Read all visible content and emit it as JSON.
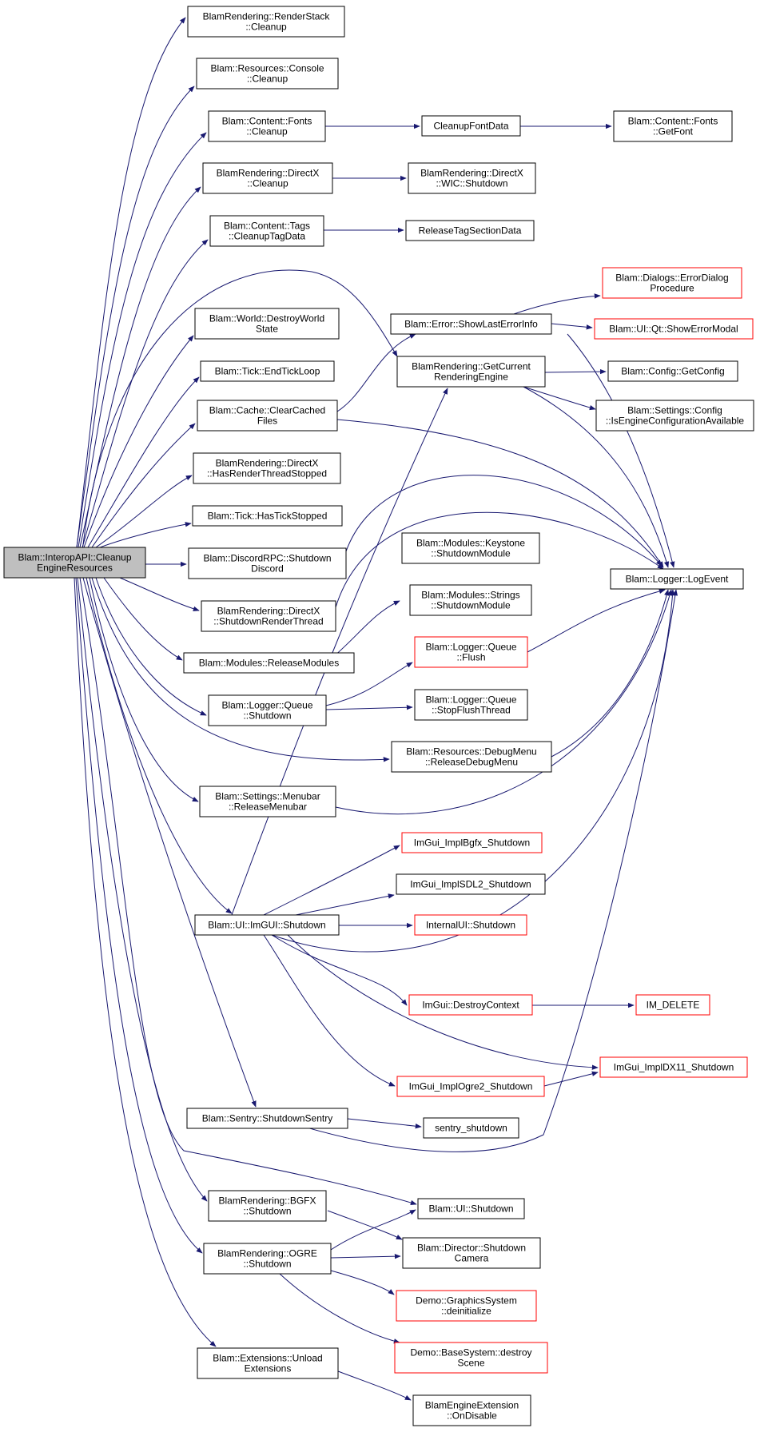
{
  "graph": {
    "edge_color": "#191970",
    "node_border": "#000000",
    "truncated_node_border": "#ff0000",
    "root_fill": "#bfbfbf",
    "nodes": [
      {
        "id": "root",
        "lines": [
          "Blam::InteropAPI::Cleanup",
          "EngineResources"
        ],
        "style": "root"
      },
      {
        "id": "rs_cleanup",
        "lines": [
          "BlamRendering::RenderStack",
          "::Cleanup"
        ],
        "style": "normal"
      },
      {
        "id": "res_console",
        "lines": [
          "Blam::Resources::Console",
          "::Cleanup"
        ],
        "style": "normal"
      },
      {
        "id": "fonts_cleanup",
        "lines": [
          "Blam::Content::Fonts",
          "::Cleanup"
        ],
        "style": "normal"
      },
      {
        "id": "cleanup_font_data",
        "lines": [
          "CleanupFontData"
        ],
        "style": "normal"
      },
      {
        "id": "get_font",
        "lines": [
          "Blam::Content::Fonts",
          "::GetFont"
        ],
        "style": "normal"
      },
      {
        "id": "dx_cleanup",
        "lines": [
          "BlamRendering::DirectX",
          "::Cleanup"
        ],
        "style": "normal"
      },
      {
        "id": "wic_shutdown",
        "lines": [
          "BlamRendering::DirectX",
          "::WIC::Shutdown"
        ],
        "style": "normal"
      },
      {
        "id": "tags_cleanup",
        "lines": [
          "Blam::Content::Tags",
          "::CleanupTagData"
        ],
        "style": "normal"
      },
      {
        "id": "release_tag",
        "lines": [
          "ReleaseTagSectionData"
        ],
        "style": "normal"
      },
      {
        "id": "error_dialog",
        "lines": [
          "Blam::Dialogs::ErrorDialog",
          "Procedure"
        ],
        "style": "red"
      },
      {
        "id": "world_destroy",
        "lines": [
          "Blam::World::DestroyWorld",
          "State"
        ],
        "style": "normal"
      },
      {
        "id": "show_last_error",
        "lines": [
          "Blam::Error::ShowLastErrorInfo"
        ],
        "style": "normal"
      },
      {
        "id": "show_error_modal",
        "lines": [
          "Blam::UI::Qt::ShowErrorModal"
        ],
        "style": "red"
      },
      {
        "id": "get_current_re",
        "lines": [
          "BlamRendering::GetCurrent",
          "RenderingEngine"
        ],
        "style": "normal"
      },
      {
        "id": "end_tick",
        "lines": [
          "Blam::Tick::EndTickLoop"
        ],
        "style": "normal"
      },
      {
        "id": "get_config",
        "lines": [
          "Blam::Config::GetConfig"
        ],
        "style": "normal"
      },
      {
        "id": "clear_cached",
        "lines": [
          "Blam::Cache::ClearCached",
          "Files"
        ],
        "style": "normal"
      },
      {
        "id": "is_engine_config",
        "lines": [
          "Blam::Settings::Config",
          "::IsEngineConfigurationAvailable"
        ],
        "style": "normal"
      },
      {
        "id": "has_render_stopped",
        "lines": [
          "BlamRendering::DirectX",
          "::HasRenderThreadStopped"
        ],
        "style": "normal"
      },
      {
        "id": "has_tick_stopped",
        "lines": [
          "Blam::Tick::HasTickStopped"
        ],
        "style": "normal"
      },
      {
        "id": "discord_shutdown",
        "lines": [
          "Blam::DiscordRPC::Shutdown",
          "Discord"
        ],
        "style": "normal"
      },
      {
        "id": "keystone_shutdown",
        "lines": [
          "Blam::Modules::Keystone",
          "::ShutdownModule"
        ],
        "style": "normal"
      },
      {
        "id": "log_event",
        "lines": [
          "Blam::Logger::LogEvent"
        ],
        "style": "normal"
      },
      {
        "id": "strings_shutdown",
        "lines": [
          "Blam::Modules::Strings",
          "::ShutdownModule"
        ],
        "style": "normal"
      },
      {
        "id": "dx_shutdown_rt",
        "lines": [
          "BlamRendering::DirectX",
          "::ShutdownRenderThread"
        ],
        "style": "normal"
      },
      {
        "id": "release_modules",
        "lines": [
          "Blam::Modules::ReleaseModules"
        ],
        "style": "normal"
      },
      {
        "id": "logger_flush",
        "lines": [
          "Blam::Logger::Queue",
          "::Flush"
        ],
        "style": "red"
      },
      {
        "id": "logger_shutdown",
        "lines": [
          "Blam::Logger::Queue",
          "::Shutdown"
        ],
        "style": "normal"
      },
      {
        "id": "stop_flush",
        "lines": [
          "Blam::Logger::Queue",
          "::StopFlushThread"
        ],
        "style": "normal"
      },
      {
        "id": "release_debug_menu",
        "lines": [
          "Blam::Resources::DebugMenu",
          "::ReleaseDebugMenu"
        ],
        "style": "normal"
      },
      {
        "id": "release_menubar",
        "lines": [
          "Blam::Settings::Menubar",
          "::ReleaseMenubar"
        ],
        "style": "normal"
      },
      {
        "id": "imgui_bgfx",
        "lines": [
          "ImGui_ImplBgfx_Shutdown"
        ],
        "style": "red"
      },
      {
        "id": "imgui_sdl2",
        "lines": [
          "ImGui_ImplSDL2_Shutdown"
        ],
        "style": "normal"
      },
      {
        "id": "ui_imgui_shutdown",
        "lines": [
          "Blam::UI::ImGUI::Shutdown"
        ],
        "style": "normal"
      },
      {
        "id": "internalui_shutdown",
        "lines": [
          "InternalUI::Shutdown"
        ],
        "style": "red"
      },
      {
        "id": "destroy_context",
        "lines": [
          "ImGui::DestroyContext"
        ],
        "style": "red"
      },
      {
        "id": "im_delete",
        "lines": [
          "IM_DELETE"
        ],
        "style": "red"
      },
      {
        "id": "imgui_dx11",
        "lines": [
          "ImGui_ImplDX11_Shutdown"
        ],
        "style": "red"
      },
      {
        "id": "imgui_ogre2",
        "lines": [
          "ImGui_ImplOgre2_Shutdown"
        ],
        "style": "red"
      },
      {
        "id": "sentry_shutdown_fn",
        "lines": [
          "Blam::Sentry::ShutdownSentry"
        ],
        "style": "normal"
      },
      {
        "id": "sentry_shutdown",
        "lines": [
          "sentry_shutdown"
        ],
        "style": "normal"
      },
      {
        "id": "bgfx_shutdown",
        "lines": [
          "BlamRendering::BGFX",
          "::Shutdown"
        ],
        "style": "normal"
      },
      {
        "id": "ui_shutdown",
        "lines": [
          "Blam::UI::Shutdown"
        ],
        "style": "normal"
      },
      {
        "id": "director_shutdown",
        "lines": [
          "Blam::Director::Shutdown",
          "Camera"
        ],
        "style": "normal"
      },
      {
        "id": "ogre_shutdown",
        "lines": [
          "BlamRendering::OGRE",
          "::Shutdown"
        ],
        "style": "normal"
      },
      {
        "id": "gfx_deinit",
        "lines": [
          "Demo::GraphicsSystem",
          "::deinitialize"
        ],
        "style": "red"
      },
      {
        "id": "base_destroy",
        "lines": [
          "Demo::BaseSystem::destroy",
          "Scene"
        ],
        "style": "red"
      },
      {
        "id": "unload_ext",
        "lines": [
          "Blam::Extensions::Unload",
          "Extensions"
        ],
        "style": "normal"
      },
      {
        "id": "on_disable",
        "lines": [
          "BlamEngineExtension",
          "::OnDisable"
        ],
        "style": "normal"
      }
    ]
  }
}
